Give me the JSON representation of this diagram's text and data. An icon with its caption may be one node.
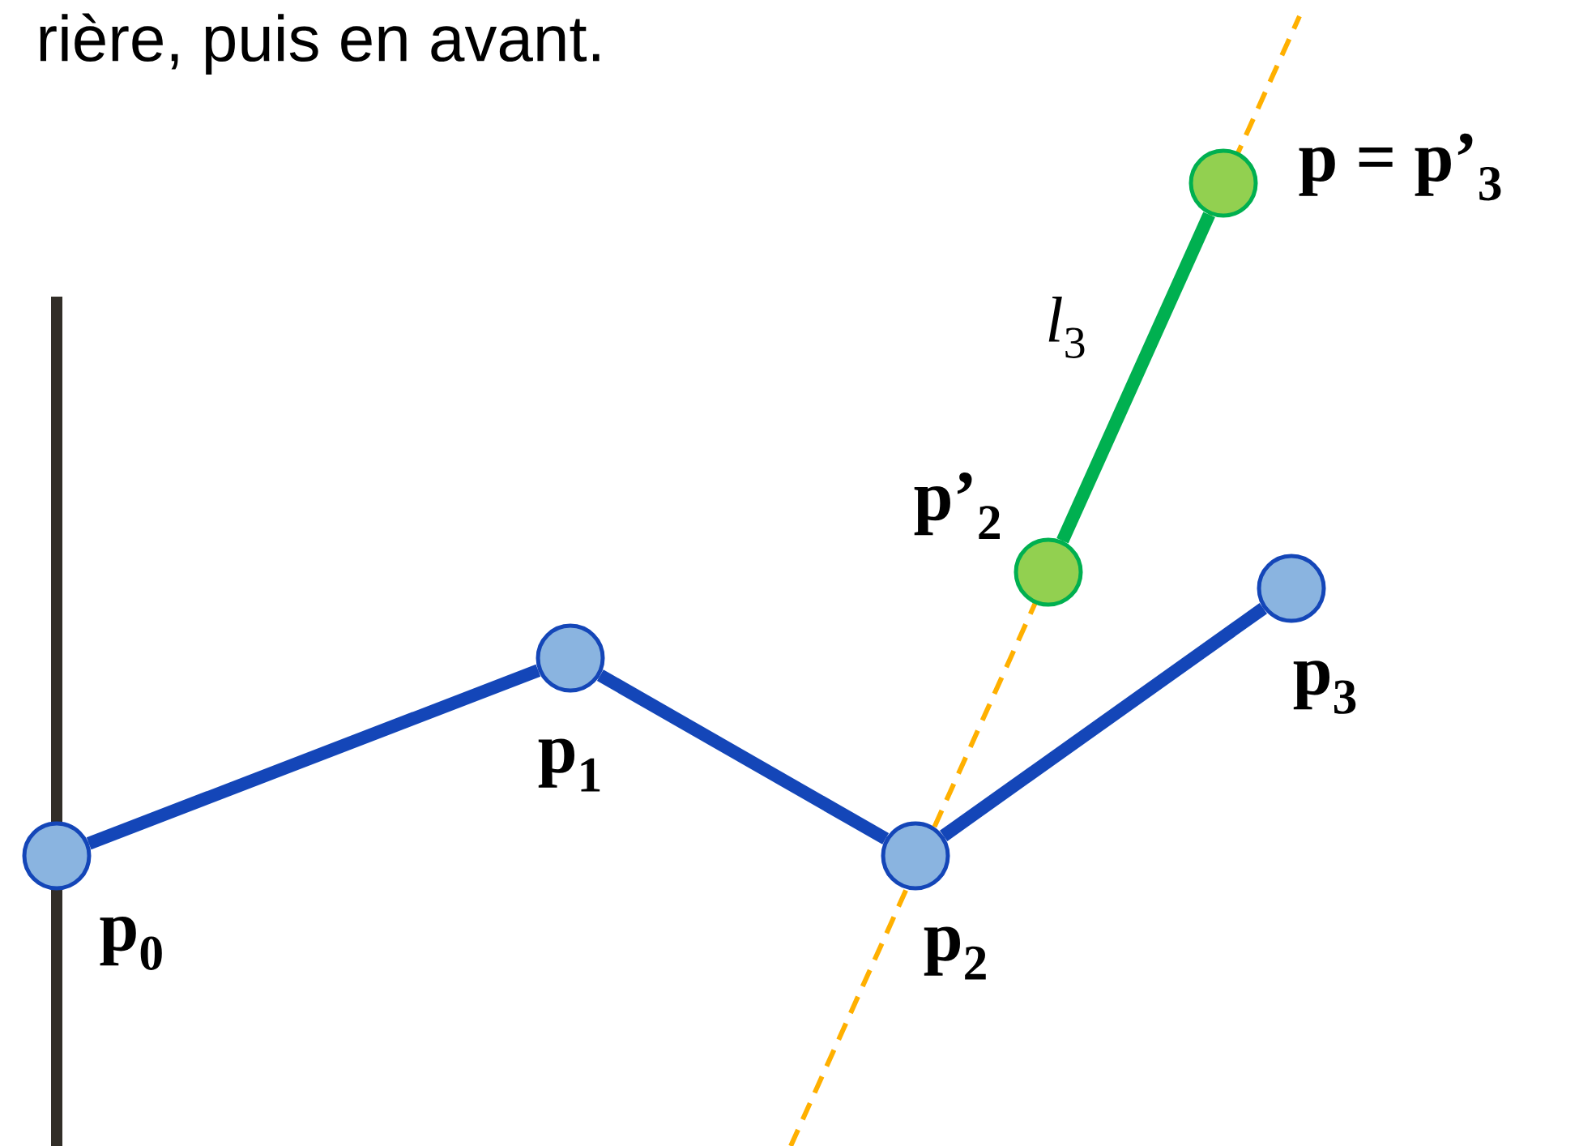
{
  "diagram": {
    "nodes": [
      {
        "text": [],
        "shape": "circle",
        "beside": [
          "p$_{0}$"
        ]
      },
      {
        "text": [],
        "shape": "circle",
        "beside": [
          "p$_{1}$"
        ]
      },
      {
        "text": [],
        "shape": "circle",
        "beside": [
          "p$_{2}$"
        ]
      },
      {
        "text": [],
        "shape": "circle",
        "beside": [
          "p$_{3}$"
        ]
      },
      {
        "text": [],
        "shape": "circle",
        "beside": [
          "p’$_{2}$"
        ]
      },
      {
        "text": [],
        "shape": "circle",
        "beside": [
          "p = p’$_{3}$"
        ]
      }
    ],
    "edges": [
      {
        "from": 0,
        "to": 1,
        "arrow": "none",
        "color": "#1446b8"
      },
      {
        "from": 1,
        "to": 2,
        "arrow": "none",
        "color": "#1446b8"
      },
      {
        "from": 2,
        "to": 3,
        "arrow": "none",
        "color": "#1446b8"
      },
      {
        "from": 4,
        "to": 5,
        "arrow": "none",
        "color": "#00b050",
        "label": "*l*$_{3}$"
      }
    ],
    "labels": [
      "rière, puis en avant."
    ]
  }
}
